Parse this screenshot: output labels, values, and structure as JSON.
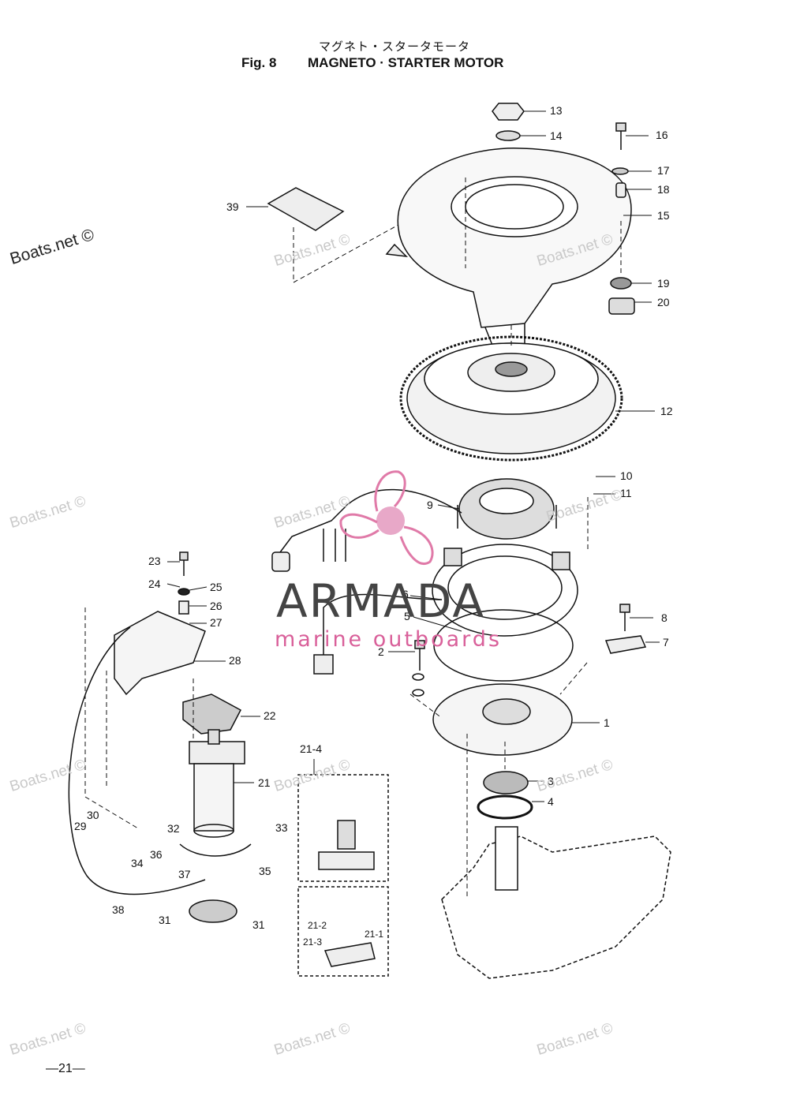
{
  "header": {
    "title_jp": "マグネト・スタータモータ",
    "figure_number": "Fig. 8",
    "title_en": "MAGNETO · STARTER MOTOR"
  },
  "callouts": [
    "13",
    "14",
    "16",
    "17",
    "18",
    "15",
    "39",
    "19",
    "20",
    "12",
    "10",
    "11",
    "9",
    "23",
    "24",
    "25",
    "26",
    "27",
    "28",
    "6",
    "5",
    "8",
    "7",
    "2",
    "1",
    "22",
    "21-4",
    "21",
    "3",
    "4",
    "30",
    "29",
    "32",
    "33",
    "34",
    "36",
    "35",
    "37",
    "38",
    "31",
    "31",
    "21-2",
    "21-1",
    "21-3"
  ],
  "watermarks": [
    "Boats.net ©",
    "Boats.net ©",
    "Boats.net ©",
    "Boats.net ©",
    "Boats.net ©",
    "Boats.net ©",
    "Boats.net ©",
    "Boats.net ©",
    "Boats.net ©",
    "Boats.net ©",
    "Boats.net ©",
    "Boats.net ©"
  ],
  "brand": {
    "name": "ARMADA",
    "tagline": "marine outboards",
    "accent_color": "#e07aa8"
  },
  "footer": {
    "page_number": "—21—"
  }
}
